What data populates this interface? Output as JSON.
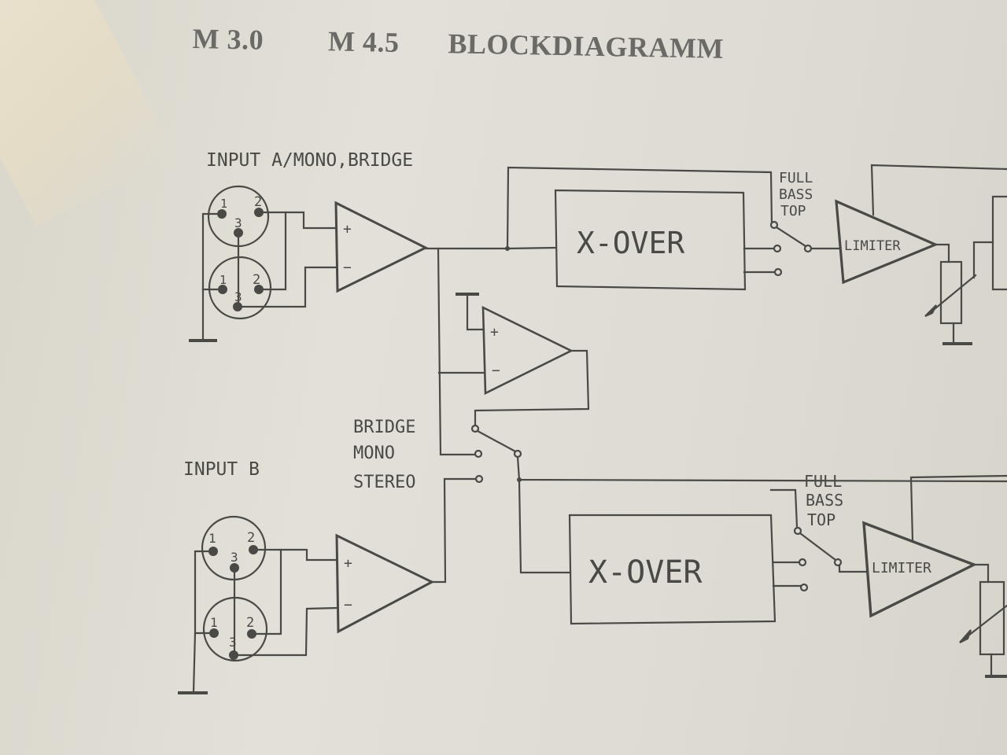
{
  "document": {
    "title": {
      "model_1": "M 3.0",
      "model_2": "M 4.5",
      "heading": "BLOCKDIAGRAMM"
    },
    "colors": {
      "ink": "#4a4946",
      "paper": "#dedcd4",
      "title_ink": "#6b6a66"
    }
  },
  "diagram": {
    "input_a": {
      "label": "INPUT A/MONO,BRIDGE",
      "connector_top_pins": [
        "1",
        "2",
        "3"
      ],
      "connector_bottom_pins": [
        "1",
        "2",
        "3"
      ],
      "amp_plus": "+",
      "amp_minus": "−"
    },
    "input_b": {
      "label": "INPUT B",
      "connector_top_pins": [
        "1",
        "2",
        "3"
      ],
      "connector_bottom_pins": [
        "1",
        "2",
        "3"
      ],
      "amp_plus": "+",
      "amp_minus": "−"
    },
    "inverter": {
      "amp_plus": "+",
      "amp_minus": "−"
    },
    "mode_switch": {
      "options": [
        "BRIDGE",
        "MONO",
        "STEREO"
      ]
    },
    "channel_a": {
      "crossover_label": "X-OVER",
      "filter_switch_options": [
        "FULL",
        "BASS",
        "TOP"
      ],
      "limiter_label": "LIMITER"
    },
    "channel_b": {
      "crossover_label": "X-OVER",
      "filter_switch_options": [
        "FULL",
        "BASS",
        "TOP"
      ],
      "limiter_label": "LIMITER"
    }
  }
}
